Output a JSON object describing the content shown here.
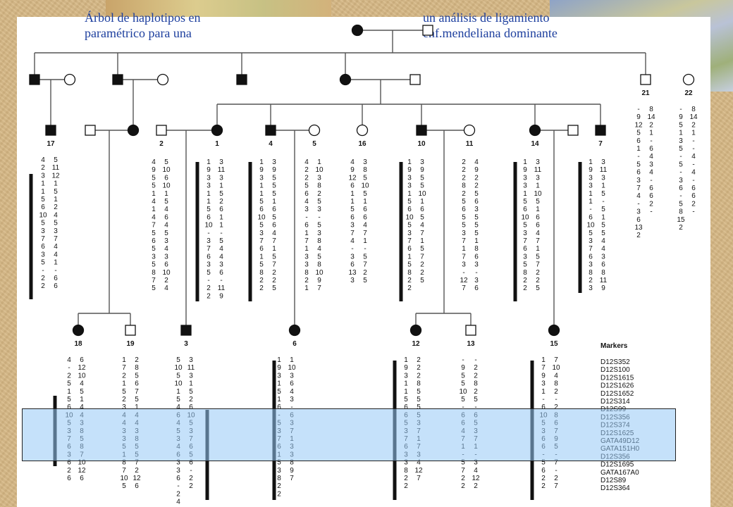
{
  "title": {
    "line1_left": "Árbol de haplotipos en",
    "line2_left": "paramétrico para una",
    "line1_right": "un análisis de ligamiento",
    "line2_right": "enf.mendeliana dominante"
  },
  "markers": {
    "header": "Markers",
    "list": [
      "D12S352",
      "D12S100",
      "D12S1615",
      "D12S1626",
      "D12S1652",
      "D12S314",
      "D12S99",
      "D12S356",
      "D12S374",
      "D12S1625",
      "GATA49D12",
      "GATA151H0",
      "D12S356",
      "D12S1695",
      "GATA167A0",
      "D12S89",
      "D12S364"
    ]
  },
  "individuals": [
    {
      "id": "",
      "sex": "F",
      "affected": true
    },
    {
      "id": "",
      "sex": "M",
      "affected": false
    },
    {
      "id": "",
      "sex": "M",
      "affected": true
    },
    {
      "id": "",
      "sex": "F",
      "affected": false
    },
    {
      "id": "",
      "sex": "M",
      "affected": true
    },
    {
      "id": "",
      "sex": "F",
      "affected": false
    },
    {
      "id": "",
      "sex": "M",
      "affected": true
    },
    {
      "id": "",
      "sex": "F",
      "affected": true
    },
    {
      "id": "",
      "sex": "M",
      "affected": false
    },
    {
      "id": "21",
      "sex": "M",
      "affected": false
    },
    {
      "id": "22",
      "sex": "F",
      "affected": false
    },
    {
      "id": "17",
      "sex": "M",
      "affected": true
    },
    {
      "id": "",
      "sex": "M",
      "affected": false
    },
    {
      "id": "",
      "sex": "F",
      "affected": true
    },
    {
      "id": "2",
      "sex": "M",
      "affected": false
    },
    {
      "id": "1",
      "sex": "F",
      "affected": true
    },
    {
      "id": "4",
      "sex": "M",
      "affected": true
    },
    {
      "id": "5",
      "sex": "F",
      "affected": false
    },
    {
      "id": "16",
      "sex": "F",
      "affected": false
    },
    {
      "id": "10",
      "sex": "M",
      "affected": true
    },
    {
      "id": "11",
      "sex": "F",
      "affected": false
    },
    {
      "id": "14",
      "sex": "F",
      "affected": true
    },
    {
      "id": "",
      "sex": "M",
      "affected": false
    },
    {
      "id": "7",
      "sex": "M",
      "affected": true
    },
    {
      "id": "18",
      "sex": "F",
      "affected": true
    },
    {
      "id": "19",
      "sex": "M",
      "affected": false
    },
    {
      "id": "3",
      "sex": "M",
      "affected": true
    },
    {
      "id": "6",
      "sex": "F",
      "affected": true
    },
    {
      "id": "12",
      "sex": "F",
      "affected": true
    },
    {
      "id": "13",
      "sex": "M",
      "affected": false
    },
    {
      "id": "15",
      "sex": "F",
      "affected": true
    }
  ],
  "haplotypes": [
    {
      "a": [
        "4",
        "2",
        "3",
        "1",
        "1",
        "5",
        "6",
        "10",
        "5",
        "3",
        "7",
        "6",
        "3",
        "5",
        "-",
        "2",
        "2"
      ],
      "b": [
        "5",
        "11",
        "12",
        "1",
        "5",
        "1",
        "2",
        "4",
        "5",
        "3",
        "7",
        "4",
        "4",
        "1",
        "-",
        "6",
        "6"
      ]
    },
    {
      "a": [
        "4",
        "9",
        "5",
        "5",
        "1",
        "4",
        "1",
        "4",
        "7",
        "5",
        "6",
        "5",
        "3",
        "5",
        "8",
        "7",
        "5"
      ],
      "b": [
        "5",
        "10",
        "6",
        "10",
        "1",
        "5",
        "4",
        "6",
        "4",
        "5",
        "3",
        "4",
        "3",
        "6",
        "10",
        "2",
        "4"
      ]
    },
    {
      "a": [
        "1",
        "9",
        "3",
        "3",
        "1",
        "1",
        "5",
        "6",
        "10",
        "-",
        "3",
        "7",
        "6",
        "3",
        "5",
        "-",
        "2",
        "2"
      ],
      "b": [
        "3",
        "11",
        "3",
        "1",
        "5",
        "2",
        "6",
        "1",
        "1",
        "-",
        "5",
        "4",
        "4",
        "3",
        "6",
        "-",
        "11",
        "9"
      ]
    },
    {
      "a": [
        "1",
        "9",
        "3",
        "1",
        "1",
        "5",
        "6",
        "10",
        "5",
        "3",
        "7",
        "6",
        "1",
        "5",
        "8",
        "2",
        "2"
      ],
      "b": [
        "3",
        "9",
        "5",
        "5",
        "5",
        "1",
        "6",
        "5",
        "6",
        "4",
        "7",
        "1",
        "5",
        "7",
        "2",
        "2",
        "5"
      ]
    },
    {
      "a": [
        "4",
        "2",
        "2",
        "5",
        "6",
        "4",
        "3",
        "-",
        "6",
        "1",
        "7",
        "1",
        "3",
        "3",
        "8",
        "2",
        "1"
      ],
      "b": [
        "1",
        "10",
        "3",
        "8",
        "2",
        "5",
        "3",
        "-",
        "5",
        "3",
        "8",
        "4",
        "5",
        "8",
        "10",
        "9",
        "7"
      ]
    },
    {
      "a": [
        "4",
        "9",
        "12",
        "6",
        "1",
        "1",
        "5",
        "6",
        "3",
        "7",
        "4",
        "-",
        "3",
        "6",
        "13",
        "3"
      ],
      "b": [
        "3",
        "8",
        "5",
        "10",
        "5",
        "1",
        "6",
        "6",
        "4",
        "7",
        "1",
        "-",
        "5",
        "7",
        "2",
        "5"
      ]
    },
    {
      "a": [
        "1",
        "9",
        "3",
        "3",
        "1",
        "5",
        "6",
        "10",
        "5",
        "3",
        "7",
        "6",
        "1",
        "5",
        "8",
        "2",
        "2"
      ],
      "b": [
        "3",
        "9",
        "5",
        "5",
        "10",
        "1",
        "6",
        "5",
        "4",
        "7",
        "1",
        "5",
        "7",
        "2",
        "2",
        "5"
      ]
    },
    {
      "a": [
        "2",
        "2",
        "2",
        "8",
        "2",
        "5",
        "6",
        "5",
        "5",
        "3",
        "7",
        "1",
        "7",
        "3",
        "-",
        "12",
        "7"
      ],
      "b": [
        "4",
        "9",
        "2",
        "2",
        "5",
        "6",
        "3",
        "5",
        "5",
        "5",
        "1",
        "8",
        "6",
        "3",
        "-",
        "3",
        "6"
      ]
    },
    {
      "a": [
        "1",
        "9",
        "3",
        "3",
        "1",
        "5",
        "6",
        "10",
        "5",
        "3",
        "7",
        "6",
        "3",
        "5",
        "8",
        "2",
        "2"
      ],
      "b": [
        "3",
        "11",
        "3",
        "1",
        "10",
        "5",
        "1",
        "6",
        "6",
        "4",
        "7",
        "1",
        "5",
        "7",
        "2",
        "2",
        "5"
      ]
    },
    {
      "a": [
        "1",
        "9",
        "3",
        "3",
        "1",
        "1",
        "-",
        "6",
        "10",
        "5",
        "3",
        "7",
        "6",
        "3",
        "8",
        "2",
        "3"
      ],
      "b": [
        "3",
        "11",
        "3",
        "1",
        "5",
        "-",
        "5",
        "1",
        "5",
        "5",
        "4",
        "4",
        "3",
        "6",
        "8",
        "11",
        "9"
      ]
    },
    {
      "a": [
        "-",
        "9",
        "12",
        "5",
        "6",
        "1",
        "-",
        "5",
        "6",
        "3",
        "7",
        "4",
        "-",
        "3",
        "6",
        "13",
        "2"
      ],
      "b": [
        "8",
        "14",
        "2",
        "1",
        "-",
        "6",
        "4",
        "3",
        "4",
        "-",
        "6",
        "6",
        "2",
        "-"
      ]
    },
    {
      "a": [
        "-",
        "9",
        "5",
        "1",
        "3",
        "5",
        "-",
        "5",
        "-",
        "3",
        "6",
        "-",
        "5",
        "8",
        "15",
        "2"
      ],
      "b": [
        "8",
        "14",
        "2",
        "1",
        "-",
        "-",
        "4",
        "-",
        "4",
        "-",
        "6",
        "6",
        "2",
        "-"
      ]
    },
    {
      "a": [
        "4",
        "-",
        "2",
        "5",
        "1",
        "5",
        "6",
        "10",
        "5",
        "3",
        "7",
        "6",
        "3",
        "6",
        "2",
        "6"
      ],
      "b": [
        "6",
        "12",
        "10",
        "4",
        "5",
        "1",
        "4",
        "4",
        "3",
        "8",
        "5",
        "8",
        "7",
        "10",
        "12",
        "6"
      ]
    },
    {
      "a": [
        "1",
        "7",
        "2",
        "1",
        "5",
        "2",
        "3",
        "4",
        "4",
        "3",
        "3",
        "5",
        "1",
        "8",
        "7",
        "10",
        "5"
      ],
      "b": [
        "2",
        "8",
        "5",
        "6",
        "7",
        "5",
        "1",
        "4",
        "4",
        "3",
        "8",
        "5",
        "5",
        "7",
        "2",
        "12",
        "6"
      ]
    },
    {
      "a": [
        "5",
        "10",
        "5",
        "10",
        "1",
        "5",
        "4",
        "6",
        "4",
        "5",
        "3",
        "4",
        "6",
        "3",
        "3",
        "6",
        "-",
        "2",
        "4"
      ],
      "b": [
        "3",
        "11",
        "3",
        "1",
        "5",
        "2",
        "6",
        "10",
        "5",
        "3",
        "7",
        "6",
        "5",
        "6",
        "-",
        "2",
        "2"
      ]
    },
    {
      "a": [
        "1",
        "9",
        "3",
        "1",
        "5",
        "1",
        "6",
        "-",
        "5",
        "3",
        "7",
        "6",
        "1",
        "5",
        "3",
        "8",
        "2",
        "2"
      ],
      "b": [
        "1",
        "10",
        "3",
        "6",
        "4",
        "3",
        "-",
        "6",
        "3",
        "7",
        "1",
        "3",
        "3",
        "8",
        "9",
        "7"
      ]
    },
    {
      "a": [
        "1",
        "9",
        "3",
        "1",
        "1",
        "5",
        "6",
        "6",
        "5",
        "3",
        "7",
        "6",
        "3",
        "3",
        "8",
        "2",
        "2"
      ],
      "b": [
        "2",
        "2",
        "2",
        "8",
        "5",
        "5",
        "5",
        "5",
        "3",
        "7",
        "1",
        "7",
        "3",
        "4",
        "12",
        "7"
      ]
    },
    {
      "a": [
        "-",
        "9",
        "5",
        "5",
        "10",
        "5",
        "-",
        "6",
        "6",
        "4",
        "7",
        "1",
        "-",
        "5",
        "7",
        "2",
        "2"
      ],
      "b": [
        "-",
        "2",
        "2",
        "8",
        "2",
        "5",
        "-",
        "6",
        "5",
        "3",
        "7",
        "1",
        "-",
        "3",
        "4",
        "12",
        "2"
      ]
    },
    {
      "a": [
        "1",
        "7",
        "9",
        "3",
        "1",
        "-",
        "6",
        "10",
        "5",
        "3",
        "6",
        "6",
        "-",
        "5",
        "6",
        "2",
        "2"
      ],
      "b": [
        "7",
        "10",
        "4",
        "8",
        "2",
        "-",
        "2",
        "8",
        "6",
        "7",
        "9",
        "5",
        "-",
        "7",
        "-",
        "2",
        "7"
      ]
    }
  ]
}
